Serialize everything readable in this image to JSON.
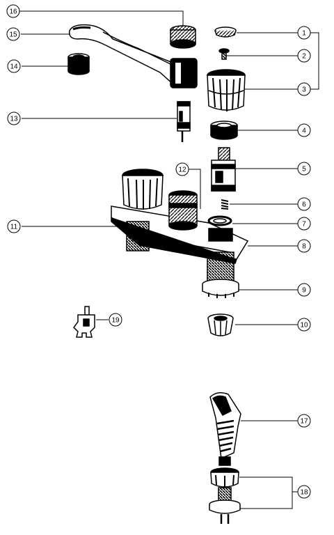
{
  "callouts": [
    {
      "id": "c1",
      "label": "1"
    },
    {
      "id": "c2",
      "label": "2"
    },
    {
      "id": "c3",
      "label": "3"
    },
    {
      "id": "c4",
      "label": "4"
    },
    {
      "id": "c5",
      "label": "5"
    },
    {
      "id": "c6",
      "label": "6"
    },
    {
      "id": "c7",
      "label": "7"
    },
    {
      "id": "c8",
      "label": "8"
    },
    {
      "id": "c9",
      "label": "9"
    },
    {
      "id": "c10",
      "label": "10"
    },
    {
      "id": "c11",
      "label": "11"
    },
    {
      "id": "c12",
      "label": "12"
    },
    {
      "id": "c13",
      "label": "13"
    },
    {
      "id": "c14",
      "label": "14"
    },
    {
      "id": "c15",
      "label": "15"
    },
    {
      "id": "c16",
      "label": "16"
    },
    {
      "id": "c17",
      "label": "17"
    },
    {
      "id": "c18",
      "label": "18"
    },
    {
      "id": "c19",
      "label": "19"
    }
  ],
  "colors": {
    "ink": "#000000",
    "paper": "#ffffff"
  }
}
